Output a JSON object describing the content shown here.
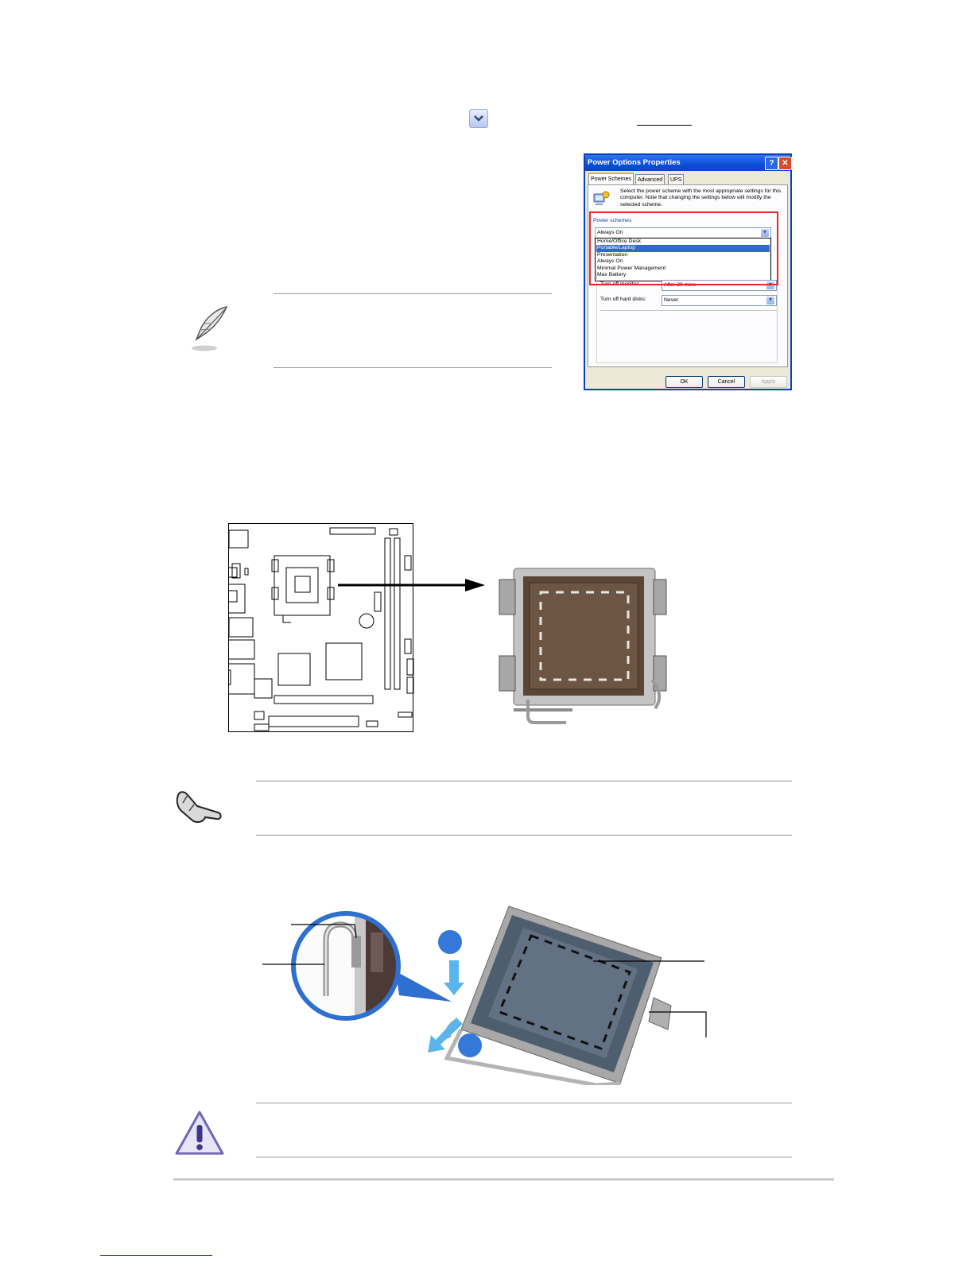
{
  "dialog": {
    "title": "Power Options Properties",
    "help_glyph": "?",
    "close_glyph": "✕",
    "tabs": [
      {
        "label": "Power Schemes",
        "active": true
      },
      {
        "label": "Advanced",
        "active": false
      },
      {
        "label": "UPS",
        "active": false
      }
    ],
    "description": "Select the power scheme with the most appropriate settings for this computer. Note that changing the settings below will modify the selected scheme.",
    "scheme_group_label": "Power schemes",
    "scheme_selected": "Always On",
    "scheme_options": [
      {
        "label": "Home/Office Desk",
        "selected": false
      },
      {
        "label": "Portable/Laptop",
        "selected": true
      },
      {
        "label": "Presentation",
        "selected": false
      },
      {
        "label": "Always On",
        "selected": false
      },
      {
        "label": "Minimal Power Management",
        "selected": false
      },
      {
        "label": "Max Battery",
        "selected": false
      }
    ],
    "rows": [
      {
        "label": "Turn off monitor:",
        "value": "After 20 mins"
      },
      {
        "label": "Turn off hard disks:",
        "value": "Never"
      }
    ],
    "buttons": {
      "ok": "OK",
      "cancel": "Cancel",
      "apply": "Apply"
    }
  },
  "colors": {
    "highlight_box": "#e32a2a",
    "callout_circle": "#3478d9",
    "xp_title_blue": "#0b4fd8"
  },
  "icons": {
    "note": "feather-pen-icon",
    "important": "pointing-hand-icon",
    "caution": "warning-triangle-icon",
    "inline": "chevron-down-icon"
  }
}
